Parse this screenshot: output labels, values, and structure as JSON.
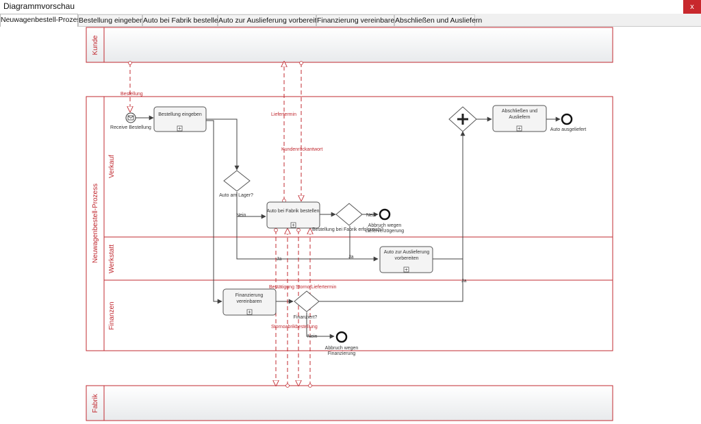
{
  "window": {
    "title": "Diagrammvorschau",
    "close_glyph": "x"
  },
  "tabs": [
    {
      "label": "Neuwagenbestell-Prozess",
      "active": true
    },
    {
      "label": "Bestellung eingeben",
      "active": false
    },
    {
      "label": "Auto bei Fabrik bestellen",
      "active": false
    },
    {
      "label": "Auto zur Auslieferung vorbereiten",
      "active": false
    },
    {
      "label": "Finanzierung vereinbaren",
      "active": false
    },
    {
      "label": "Abschließen und Ausliefern",
      "active": false
    }
  ],
  "diagram": {
    "pools": {
      "customer": "Kunde",
      "process": "Neuwagenbestell-Prozess",
      "factory": "Fabrik"
    },
    "lanes": {
      "sales": "Verkauf",
      "workshop": "Werkstatt",
      "finance": "Finanzen"
    },
    "tasks": {
      "enter_order": "Bestellung eingeben",
      "order_factory": "Auto bei Fabrik bestellen",
      "prepare_car_l1": "Auto zur Auslieferung",
      "prepare_car_l2": "vorbereiten",
      "finance_l1": "Finanzierung",
      "finance_l2": "vereinbaren",
      "close_l1": "Abschließen und",
      "close_l2": "Ausliefern"
    },
    "events": {
      "receive_order": "Receive Bestellung",
      "delivered": "Auto ausgeliefert",
      "abort_factory_l1": "Abbruch wegen",
      "abort_factory_l2": "Lieferverzögerung",
      "abort_finance_l1": "Abbruch wegen",
      "abort_finance_l2": "Finanzierung"
    },
    "gateways": {
      "in_stock": "Auto am Lager?",
      "factory_ok": "Bestellung bei Fabrik erfolgreich?",
      "financed": "Finanziert?"
    },
    "messages": {
      "order": "Bestellung",
      "delivery_date": "Liefertermin",
      "customer_reply": "Kundenrückantwort",
      "confirmation": "Bestätigung Storno/Liefertermin",
      "factory_cancel": "Stornoabrikbestellung"
    },
    "flow_labels": {
      "no": "Nein",
      "yes": "Ja"
    },
    "colors": {
      "pool_border": "#c0282f",
      "message_flow": "#c0282f",
      "lane_text": "#c0282f",
      "sequence_flow": "#404040",
      "task_fill": "#f4f4f4",
      "task_border": "#555555"
    }
  }
}
